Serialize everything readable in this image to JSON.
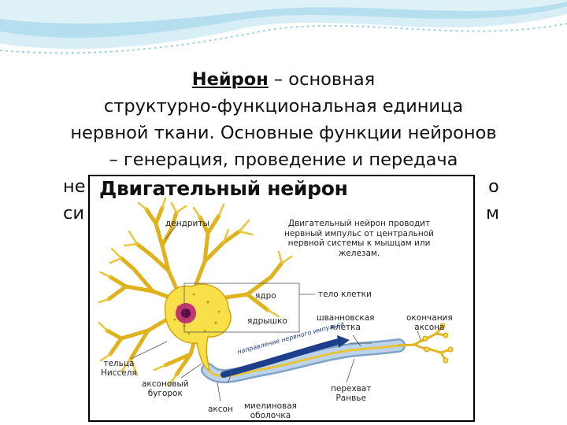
{
  "slide": {
    "title": "Нейрон",
    "lines": [
      " – основная",
      "структурно-функциональная единица",
      "нервной ткани. Основные функции нейронов",
      "– генерация, проведение и передача",
      "не",
      "о",
      "си",
      "м"
    ]
  },
  "figure": {
    "title": "Двигательный нейрон",
    "description": "Двигательный нейрон проводит нервный импульс от центральной нервной системы к мышцам или железам.",
    "labels": {
      "dendrites": "дендриты",
      "nucleus": "ядро",
      "cell_body": "тело клетки",
      "nucleolus": "ядрышко",
      "schwann_1": "шванновская",
      "schwann_2": "клетка",
      "endings_1": "окончания",
      "endings_2": "аксона",
      "nissl_1": "тельца",
      "nissl_2": "Нисселя",
      "hillock_1": "аксоновый",
      "hillock_2": "бугорок",
      "axon": "аксон",
      "myelin_1": "миелиновая",
      "myelin_2": "оболочка",
      "ranvier_1": "перехват",
      "ranvier_2": "Ранвье",
      "impulse_direction": "направление нервного импульса"
    }
  },
  "colors": {
    "wave_light": "#cfeaf4",
    "wave_mid": "#8fcde3",
    "neuron_yellow": "#f7e04a",
    "neuron_edge": "#d9a10a",
    "nucleus": "#c1197a",
    "myelin": "#a9c3e0",
    "arrow": "#1d3f8a"
  }
}
